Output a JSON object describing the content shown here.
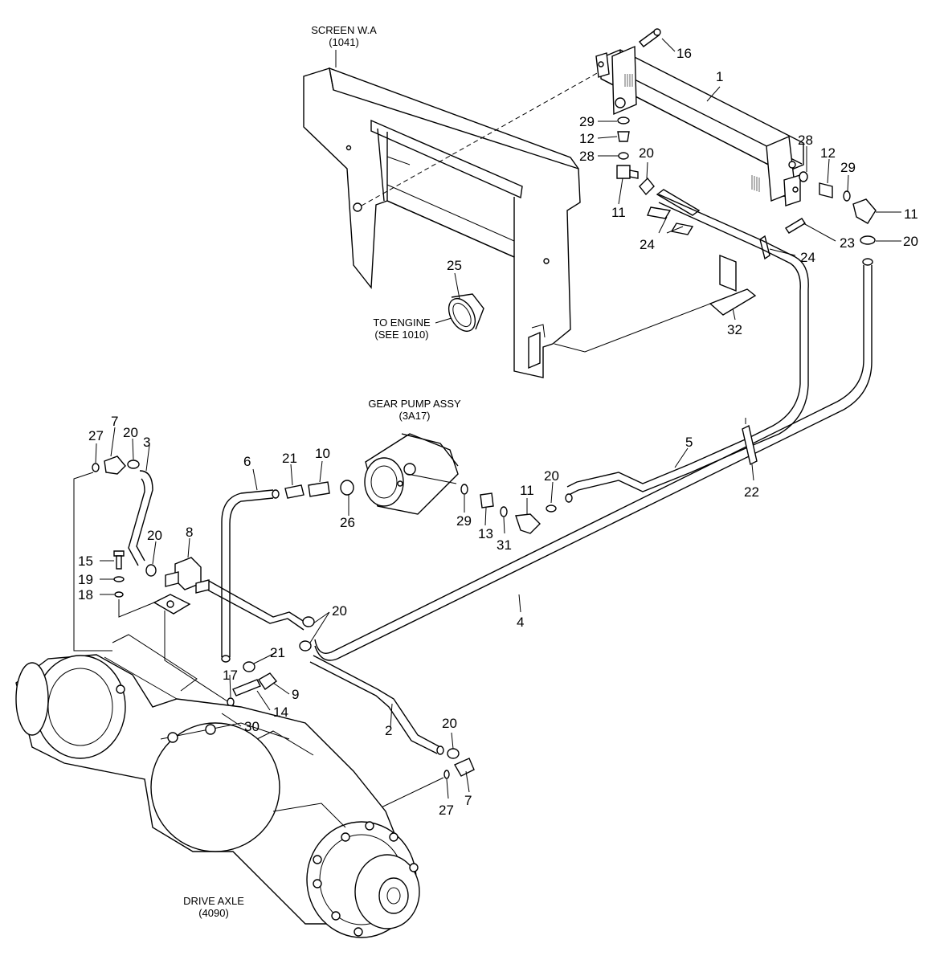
{
  "captions": {
    "screen_wa": [
      "SCREEN W.A",
      "(1041)"
    ],
    "to_engine": [
      "TO ENGINE",
      "(SEE 1010)"
    ],
    "gear_pump": [
      "GEAR PUMP ASSY",
      "(3A17)"
    ],
    "drive_axle": [
      "DRIVE AXLE",
      "(4090)"
    ]
  },
  "callouts": [
    "1",
    "2",
    "3",
    "4",
    "5",
    "6",
    "7",
    "7",
    "8",
    "9",
    "10",
    "11",
    "11",
    "11",
    "12",
    "12",
    "13",
    "14",
    "15",
    "16",
    "17",
    "18",
    "19",
    "20",
    "20",
    "20",
    "20",
    "20",
    "20",
    "20",
    "21",
    "21",
    "22",
    "23",
    "24",
    "24",
    "25",
    "26",
    "27",
    "27",
    "28",
    "28",
    "29",
    "29",
    "29",
    "30",
    "31",
    "32"
  ]
}
